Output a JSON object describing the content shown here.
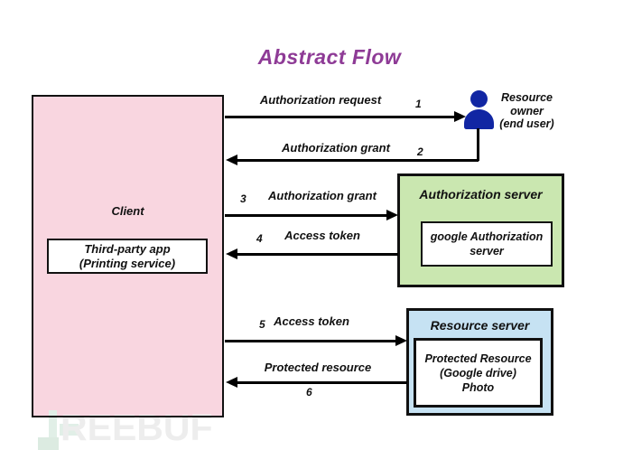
{
  "title": "Abstract Flow",
  "colors": {
    "purple": "#8e3b96",
    "pink": "#f9d6e0",
    "green": "#cae7b0",
    "blue": "#c6e2f3",
    "navy": "#1126a3"
  },
  "client": {
    "label": "Client",
    "inner_line1": "Third-party app",
    "inner_line2": "(Printing service)"
  },
  "resource_owner": {
    "line1": "Resource",
    "line2": "owner",
    "line3": "(end user)",
    "icon": "user-person-icon"
  },
  "auth_server": {
    "label": "Authorization server",
    "inner_line1": "google Authorization",
    "inner_line2": "server"
  },
  "resource_server": {
    "label": "Resource server",
    "inner_line1": "Protected Resource",
    "inner_line2": "(Google drive)",
    "inner_line3": "Photo"
  },
  "arrows": [
    {
      "num": "1",
      "label": "Authorization request",
      "direction": "right",
      "from": "Client",
      "to": "Resource owner"
    },
    {
      "num": "2",
      "label": "Authorization grant",
      "direction": "left",
      "from": "Resource owner",
      "to": "Client"
    },
    {
      "num": "3",
      "label": "Authorization grant",
      "direction": "right",
      "from": "Client",
      "to": "Authorization server"
    },
    {
      "num": "4",
      "label": "Access token",
      "direction": "left",
      "from": "Authorization server",
      "to": "Client"
    },
    {
      "num": "5",
      "label": "Access token",
      "direction": "right",
      "from": "Client",
      "to": "Resource server"
    },
    {
      "num": "6",
      "label": "Protected resource",
      "direction": "left",
      "from": "Resource server",
      "to": "Client"
    }
  ],
  "watermark": {
    "text": "REEBUF"
  }
}
